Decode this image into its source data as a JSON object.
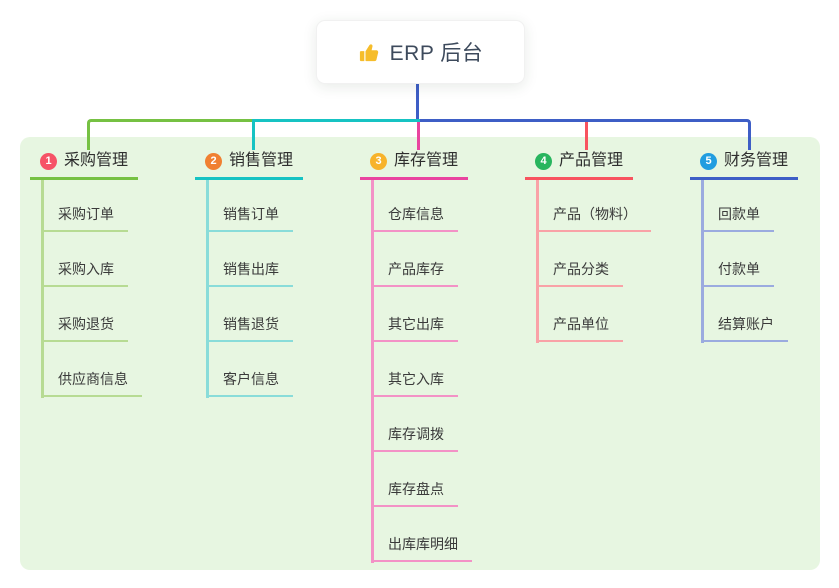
{
  "root": {
    "label": "ERP 后台",
    "icon": "thumbs-up-icon",
    "icon_color": "#f6bd2b"
  },
  "panel": {
    "background": "#e7f6e1"
  },
  "connector": {
    "root_color": "#3e5ec6"
  },
  "branches": [
    {
      "number": "1",
      "title": "采购管理",
      "badge_color": "#f65367",
      "line_color": "#76c143",
      "light_color": "#b7db93",
      "children": [
        "采购订单",
        "采购入库",
        "采购退货",
        "供应商信息"
      ]
    },
    {
      "number": "2",
      "title": "销售管理",
      "badge_color": "#f08031",
      "line_color": "#16c3c3",
      "light_color": "#89dcd9",
      "children": [
        "销售订单",
        "销售出库",
        "销售退货",
        "客户信息"
      ]
    },
    {
      "number": "3",
      "title": "库存管理",
      "badge_color": "#f7b32b",
      "line_color": "#e9449f",
      "light_color": "#f392c6",
      "children": [
        "仓库信息",
        "产品库存",
        "其它出库",
        "其它入库",
        "库存调拨",
        "库存盘点",
        "出库库明细"
      ]
    },
    {
      "number": "4",
      "title": "产品管理",
      "badge_color": "#28b55e",
      "line_color": "#f8535f",
      "light_color": "#f9a2a7",
      "children": [
        "产品（物料）",
        "产品分类",
        "产品单位"
      ]
    },
    {
      "number": "5",
      "title": "财务管理",
      "badge_color": "#219de0",
      "line_color": "#3e5ec6",
      "light_color": "#9babdf",
      "children": [
        "回款单",
        "付款单",
        "结算账户"
      ]
    }
  ]
}
